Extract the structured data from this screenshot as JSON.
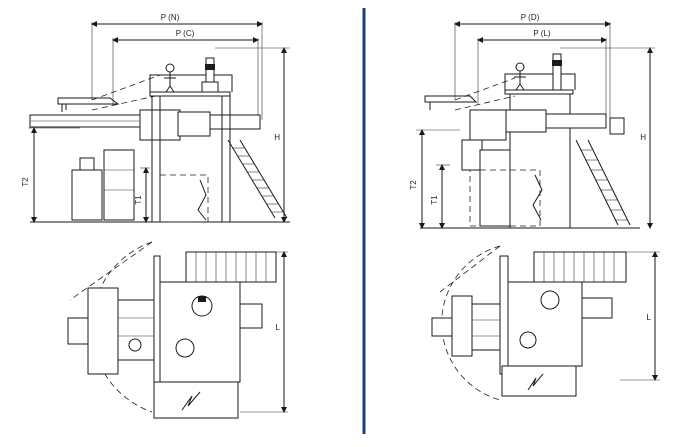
{
  "left_view": {
    "dim_outer": "P (N)",
    "dim_inner": "P (C)",
    "dim_height": "H",
    "dim_t2": "T2",
    "dim_t1": "T1",
    "dim_plan": "L"
  },
  "right_view": {
    "dim_outer": "P (D)",
    "dim_inner": "P (L)",
    "dim_height": "H",
    "dim_t2": "T2",
    "dim_t1": "T1",
    "dim_plan": "L"
  },
  "colors": {
    "divider": "#1f3f7a",
    "lines": "#1a1a1a"
  }
}
